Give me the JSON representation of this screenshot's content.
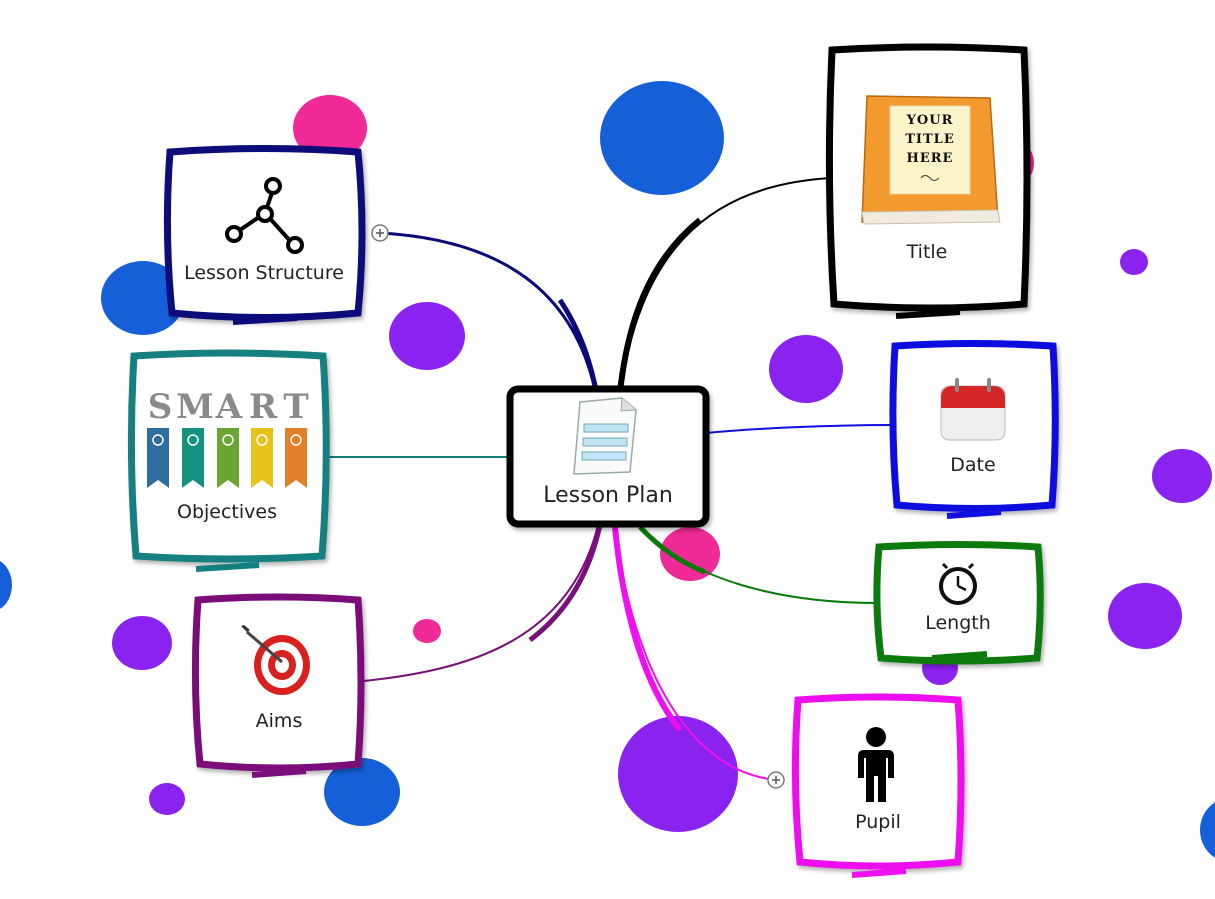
{
  "central": {
    "label": "Lesson Plan"
  },
  "topics": [
    {
      "id": "lesson-structure",
      "label": "Lesson Structure",
      "color": "#0a0a7a",
      "icon": "network-nodes-icon",
      "collapsed": true
    },
    {
      "id": "objectives",
      "label": "Objectives",
      "color": "#137f7f",
      "icon": "smart-banner-icon",
      "collapsed": false
    },
    {
      "id": "aims",
      "label": "Aims",
      "color": "#7a0e7a",
      "icon": "dart-target-icon",
      "collapsed": false
    },
    {
      "id": "title",
      "label": "Title",
      "color": "#000000",
      "icon": "book-icon",
      "collapsed": false
    },
    {
      "id": "date",
      "label": "Date",
      "color": "#1010e0",
      "icon": "calendar-icon",
      "collapsed": false
    },
    {
      "id": "length",
      "label": "Length",
      "color": "#0a7a0a",
      "icon": "clock-icon",
      "collapsed": false
    },
    {
      "id": "pupil",
      "label": "Pupil",
      "color": "#ee10ee",
      "icon": "person-icon",
      "collapsed": true
    }
  ],
  "book_cover": {
    "line1": "YOUR",
    "line2": "TITLE",
    "line3": "HERE"
  },
  "smart_letters": [
    "S",
    "M",
    "A",
    "R",
    "T"
  ],
  "bubble_colors": {
    "pink": "#f02a96",
    "blue": "#1560d8",
    "purple": "#8a22f0"
  }
}
